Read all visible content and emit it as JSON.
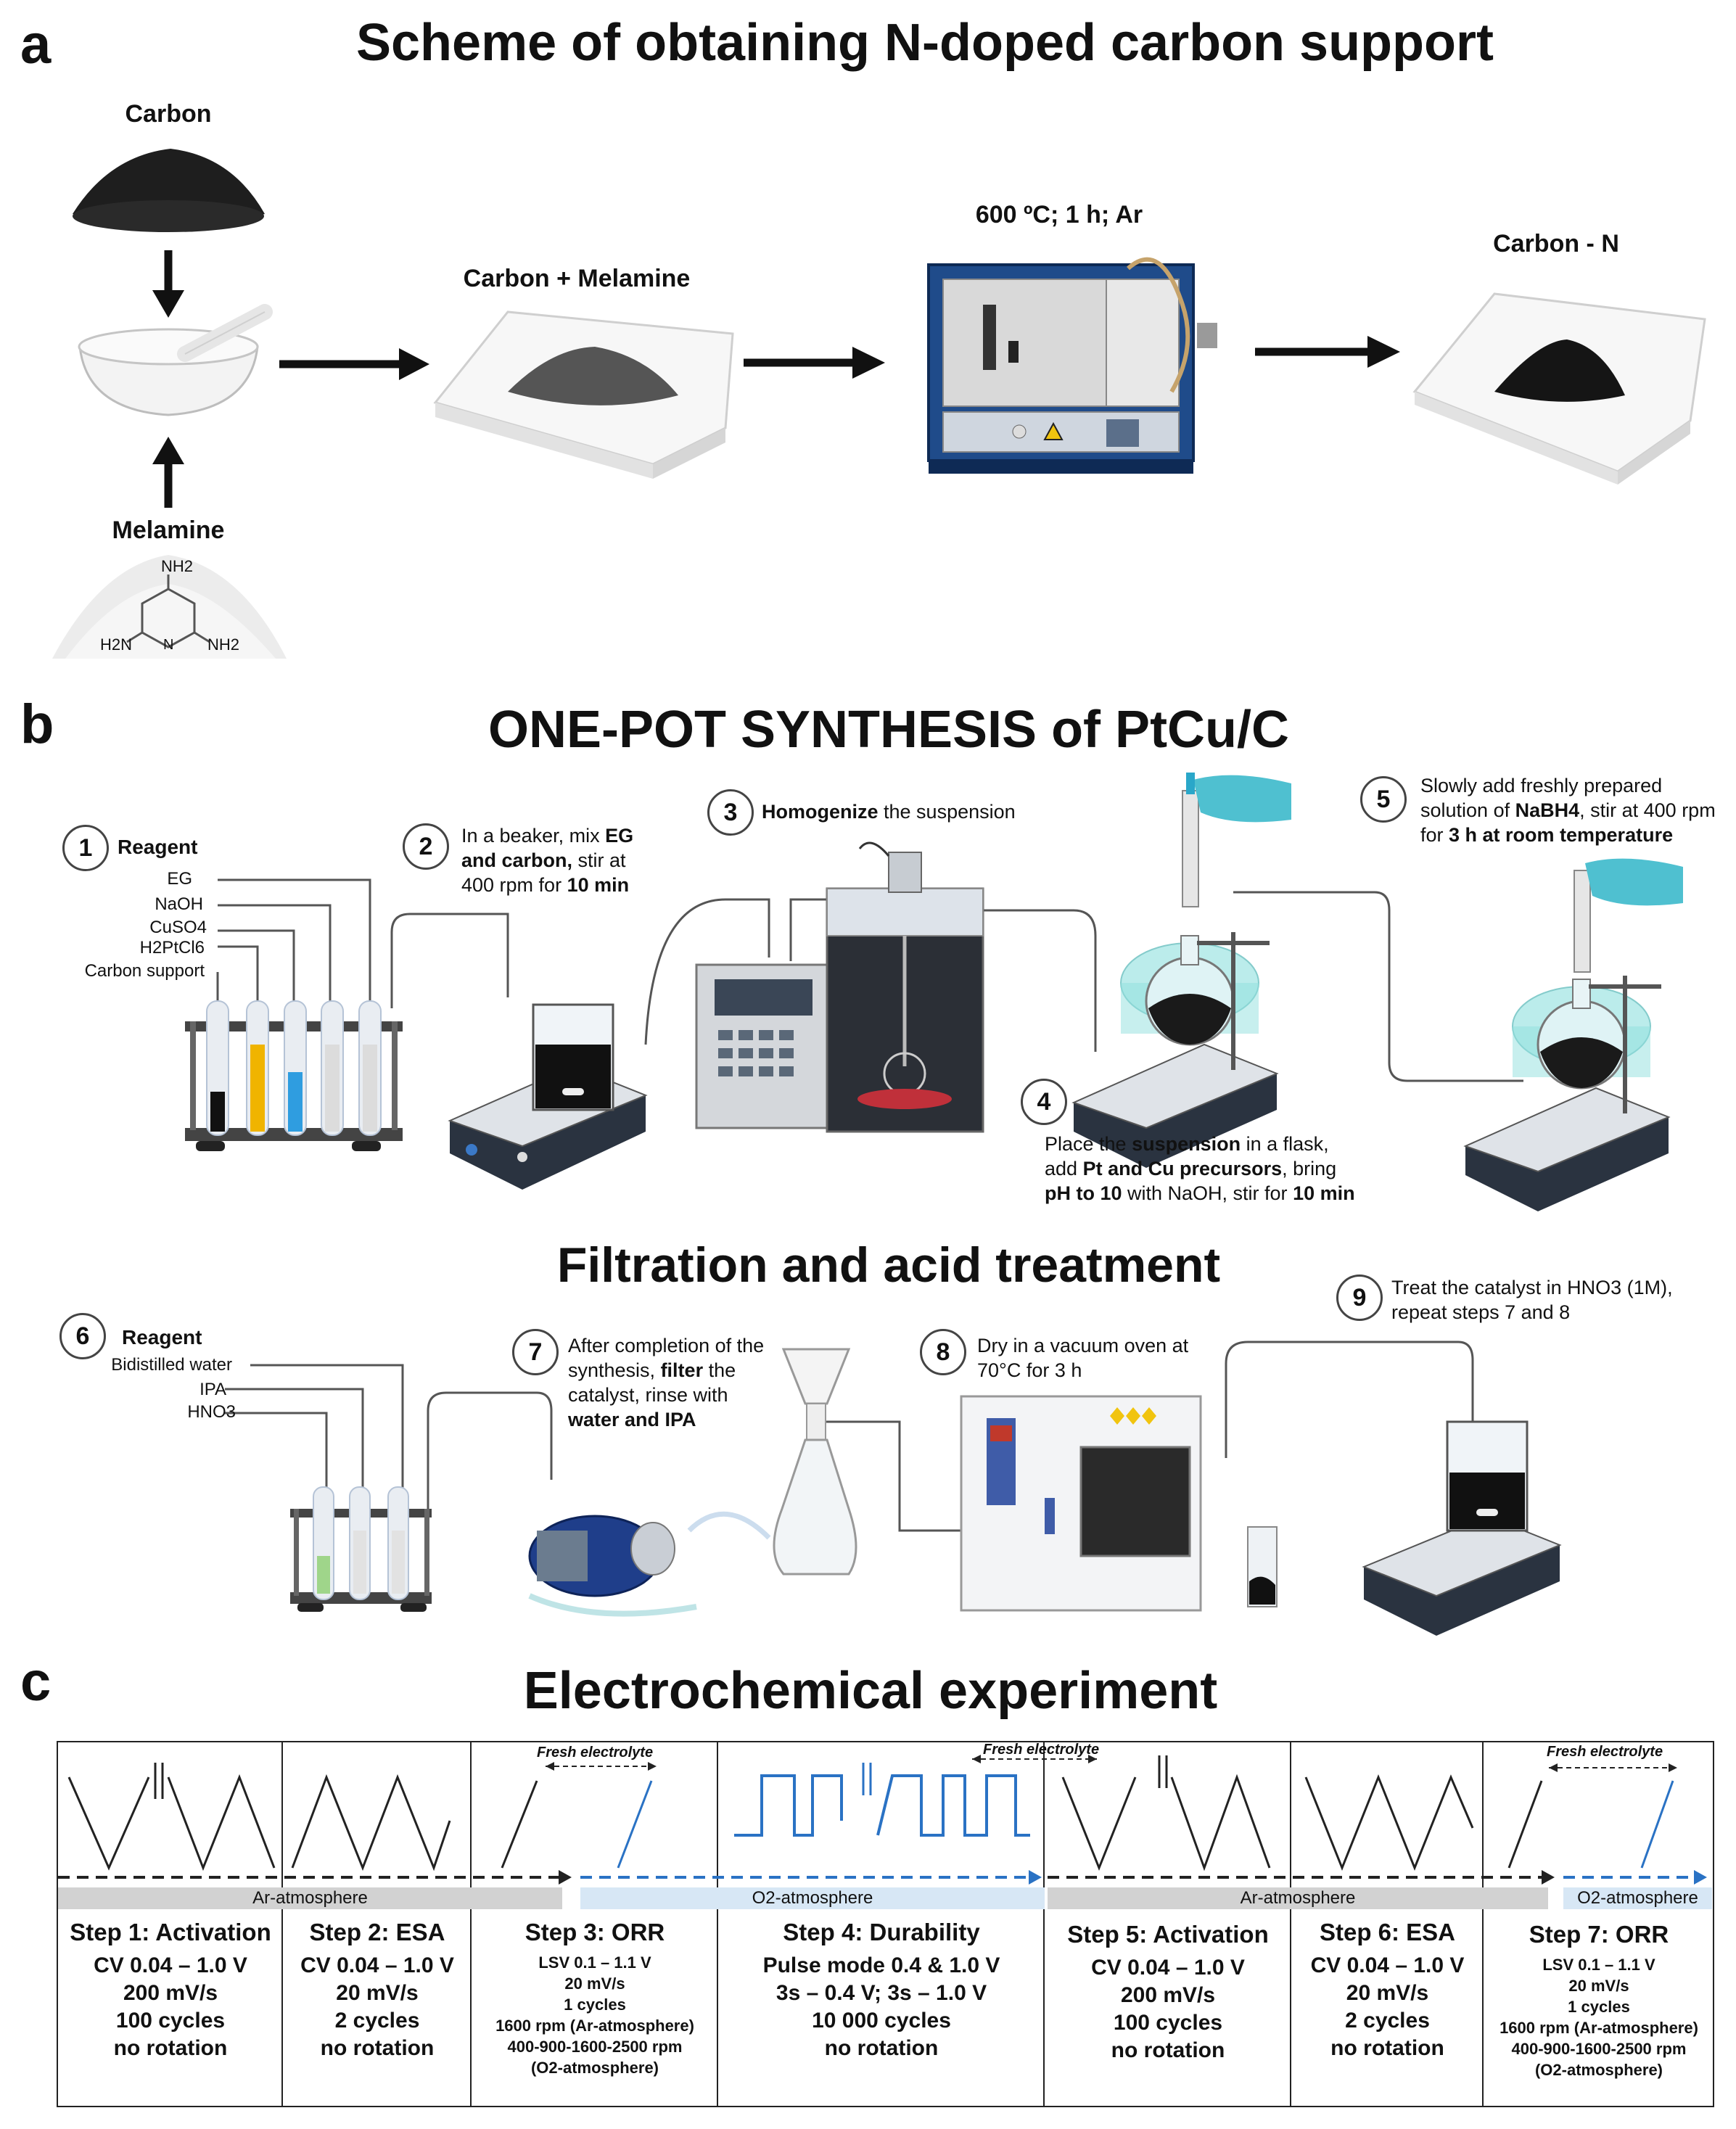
{
  "panel_a": {
    "letter": "a",
    "title": "Scheme of obtaining N-doped carbon support",
    "carbon_label": "Carbon",
    "melamine_label": "Melamine",
    "mixture_label": "Carbon + Melamine",
    "furnace_label": "600 ºC; 1 h; Ar",
    "product_label": "Carbon - N",
    "melamine_structure": {
      "nh2_top": "NH2",
      "h2n_left": "H2N",
      "nh2_right": "NH2",
      "n": "N"
    }
  },
  "panel_b": {
    "letter": "b",
    "title": "ONE-POT SYNTHESIS of PtCu/C",
    "step1": {
      "num": "1",
      "label": "Reagent",
      "reagents": [
        "EG",
        "NaOH",
        "CuSO4",
        "H2PtCl6",
        "Carbon support"
      ]
    },
    "step2": {
      "num": "2",
      "line1_pre": "In a beaker, mix ",
      "line1_b": "EG",
      "line2_b": "and carbon,",
      "line2_post": " stir at",
      "line3_pre": "400 rpm for ",
      "line3_b": "10 min"
    },
    "step3": {
      "num": "3",
      "b": "Homogenize",
      "post": " the suspension"
    },
    "step4": {
      "num": "4",
      "l1_pre": "Place the ",
      "l1_b": "suspension",
      "l1_post": " in a flask,",
      "l2_pre": "add ",
      "l2_b": "Pt and Cu precursors",
      "l2_post": ", bring",
      "l3_b1": "pH to 10",
      "l3_mid": " with NaOH, stir for ",
      "l3_b2": "10 min"
    },
    "step5": {
      "num": "5",
      "l1": "Slowly add freshly prepared",
      "l2_pre": "solution of ",
      "l2_b": "NaBH4",
      "l2_post": ", stir at 400 rpm",
      "l3_pre": "for ",
      "l3_b": "3 h at room temperature"
    },
    "filtration_title": "Filtration and acid treatment",
    "step6": {
      "num": "6",
      "label": "Reagent",
      "reagents": [
        "Bidistilled water",
        "IPA",
        "HNO3"
      ]
    },
    "step7": {
      "num": "7",
      "l1": "After completion of the",
      "l2_pre": "synthesis, ",
      "l2_b": "filter",
      "l2_post": " the",
      "l3": "catalyst, rinse with",
      "l4_b": "water and IPA"
    },
    "step8": {
      "num": "8",
      "l1": "Dry in a vacuum oven at",
      "l2": "70°C for 3 h"
    },
    "step9": {
      "num": "9",
      "l1": "Treat the catalyst in HNO3 (1M),",
      "l2": "repeat steps 7 and 8"
    }
  },
  "panel_c": {
    "letter": "c",
    "title": "Electrochemical experiment",
    "fresh_electrolyte": "Fresh electrolyte",
    "atmospheres": [
      "Ar-atmosphere",
      "O2-atmosphere",
      "Ar-atmosphere",
      "O2-atmosphere"
    ],
    "steps": [
      {
        "title": "Step 1: Activation",
        "lines": [
          "CV 0.04 – 1.0 V",
          "200 mV/s",
          "100 cycles",
          "no rotation"
        ]
      },
      {
        "title": "Step 2: ESA",
        "lines": [
          "CV 0.04 – 1.0 V",
          "20 mV/s",
          "2 cycles",
          "no rotation"
        ]
      },
      {
        "title": "Step 3: ORR",
        "lines": [
          "LSV 0.1 – 1.1 V",
          "20 mV/s",
          "1 cycles",
          "1600 rpm (Ar-atmosphere)",
          "400-900-1600-2500 rpm",
          "(O2-atmosphere)"
        ]
      },
      {
        "title": "Step 4: Durability",
        "lines": [
          "Pulse mode 0.4 & 1.0 V",
          "3s – 0.4 V; 3s – 1.0 V",
          "10 000 cycles",
          "no rotation"
        ]
      },
      {
        "title": "Step 5: Activation",
        "lines": [
          "CV 0.04 – 1.0 V",
          "200 mV/s",
          "100 cycles",
          "no rotation"
        ]
      },
      {
        "title": "Step 6: ESA",
        "lines": [
          "CV 0.04 – 1.0 V",
          "20 mV/s",
          "2 cycles",
          "no rotation"
        ]
      },
      {
        "title": "Step 7: ORR",
        "lines": [
          "LSV 0.1 – 1.1 V",
          "20 mV/s",
          "1 cycles",
          "1600 rpm (Ar-atmosphere)",
          "400-900-1600-2500 rpm",
          "(O2-atmosphere)"
        ]
      }
    ]
  }
}
